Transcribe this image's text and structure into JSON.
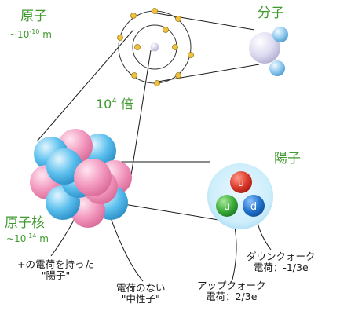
{
  "atom": {
    "label": "原子",
    "scale_prefix": "~10",
    "scale_exp": "-10",
    "scale_unit": " m"
  },
  "molecule": {
    "label": "分子"
  },
  "magnification": {
    "base": "10",
    "exp": "4",
    "suffix": " 倍"
  },
  "nucleus": {
    "label": "原子核",
    "scale_prefix": "~10",
    "scale_exp": "-14",
    "scale_unit": " m"
  },
  "proton": {
    "label": "陽子"
  },
  "quarks": {
    "up_symbol": "u",
    "down_symbol": "d"
  },
  "annotations": {
    "proton_line1": "+の電荷を持った",
    "proton_line2": "\"陽子\"",
    "neutron_line1": "電荷のない",
    "neutron_line2": "\"中性子\"",
    "up_line1": "アップクォーク",
    "up_line2": "電荷：2/3e",
    "down_line1": "ダウンクォーク",
    "down_line2": "電荷：-1/3e"
  },
  "colors": {
    "label_green": "#3f9a2e",
    "proton_pink": "#f08cb2",
    "neutron_blue": "#4ab6e8",
    "quark_up_red": "#d9352b",
    "quark_up_green": "#3cae3a",
    "quark_down_blue": "#1f70c8",
    "orbit_dot": "#f0c040"
  }
}
